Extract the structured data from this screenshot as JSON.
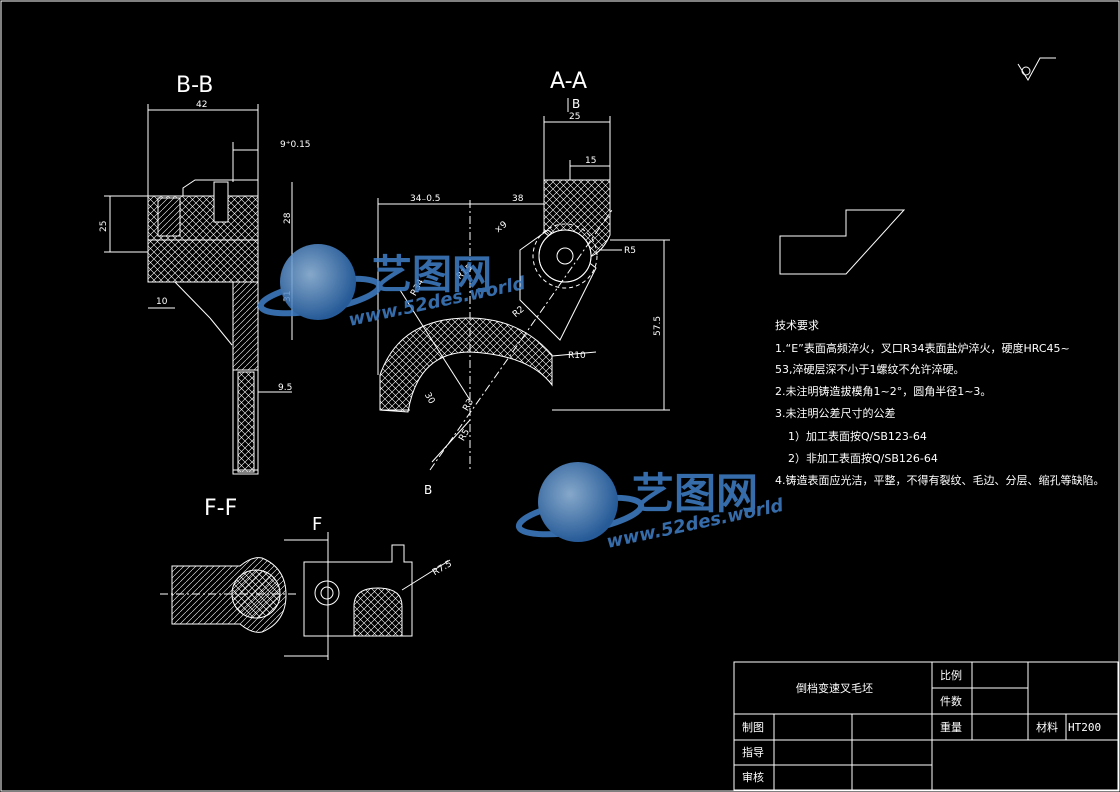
{
  "views": {
    "bb": {
      "title": "B-B",
      "dims": [
        "42",
        "9⁺0.15",
        "25",
        "28",
        "31",
        "10",
        "9.5"
      ]
    },
    "aa": {
      "title": "A-A",
      "cut_marker": "B",
      "dims": [
        "25",
        "15",
        "34₋0.5",
        "38",
        "×9",
        "R5",
        "R15",
        "R2",
        "R34",
        "R10",
        "57.5",
        "30",
        "R3",
        "R5"
      ]
    },
    "ff": {
      "title": "F-F"
    },
    "f_view": {
      "title": "F",
      "dims": [
        "R7.5"
      ]
    },
    "section_label_b": "B"
  },
  "tech_requirements": {
    "heading": "技术要求",
    "items": [
      "1.“E”表面高频淬火，叉口R34表面盐炉淬火，硬度HRC45~",
      "53,淬硬层深不小于1螺纹不允许淬硬。",
      "2.未注明铸造拔模角1~2°，圆角半径1~3。",
      "3.未注明公差尺寸的公差",
      "1）加工表面按Q/SB123-64",
      "2）非加工表面按Q/SB126-64",
      "4.铸造表面应光洁，平整，不得有裂纹、毛边、分层、缩孔等缺陷。"
    ]
  },
  "title_block": {
    "part_name": "倒档变速叉毛坯",
    "scale_label": "比例",
    "count_label": "件数",
    "drawn_label": "制图",
    "weight_label": "重量",
    "material_label": "材料",
    "material_value": "HT200",
    "guide_label": "指导",
    "review_label": "审核"
  },
  "watermark": {
    "brand": "艺图网",
    "url": "www.52des.world"
  },
  "colors": {
    "background": "#000000",
    "lines": "#ffffff",
    "watermark": "#3f7fc7"
  }
}
